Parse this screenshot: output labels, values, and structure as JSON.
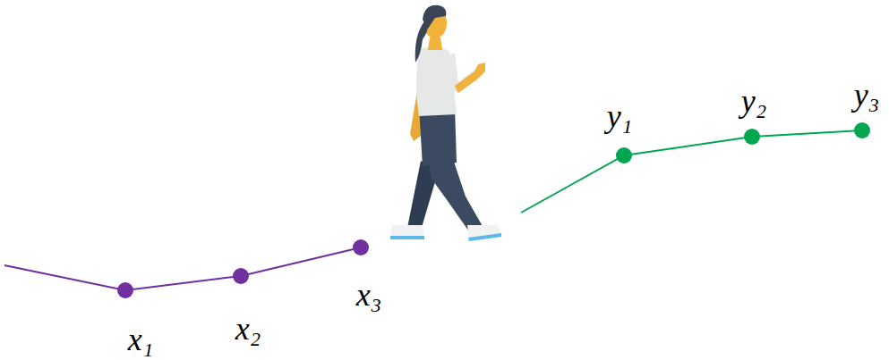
{
  "diagram": {
    "labels": [
      "x₁",
      "x₂",
      "x₃",
      "y₁",
      "y₂",
      "y₃"
    ]
  }
}
